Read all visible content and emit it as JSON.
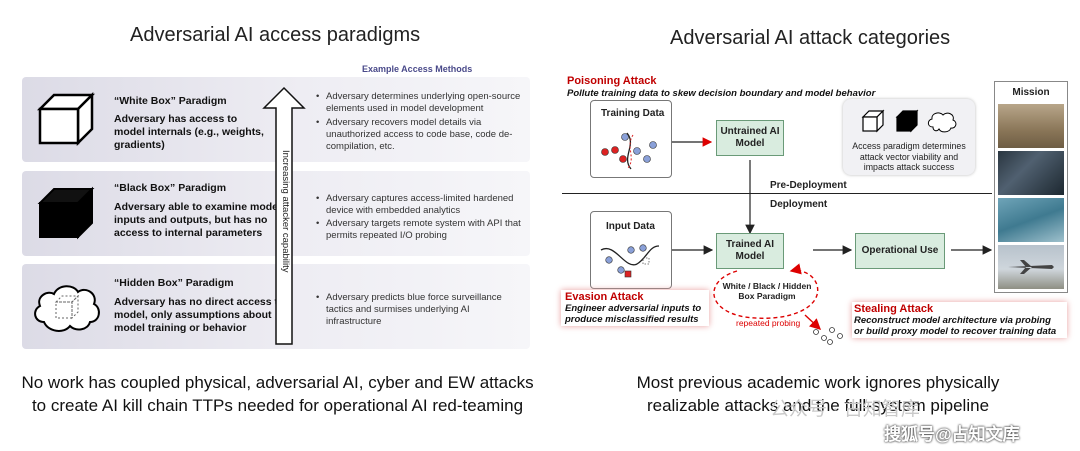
{
  "left": {
    "title": "Adversarial AI access paradigms",
    "methods_header": "Example Access Methods",
    "arrow_label": "Increasing attacker capability",
    "paradigms": [
      {
        "name": "“White Box” Paradigm",
        "desc": "Adversary has access to model internals (e.g., weights, gradients)",
        "methods": [
          "Adversary determines underlying open-source elements used in model development",
          "Adversary recovers model details via unauthorized access to code base, code de-compilation, etc."
        ]
      },
      {
        "name": "“Black Box” Paradigm",
        "desc": "Adversary able to examine model inputs and outputs, but has no access to internal parameters",
        "methods": [
          "Adversary captures access-limited hardened device with embedded analytics",
          "Adversary targets remote system with API that permits repeated I/O probing"
        ]
      },
      {
        "name": "“Hidden Box” Paradigm",
        "desc": "Adversary has no direct access to model, only assumptions about model training or behavior",
        "methods": [
          "Adversary predicts blue force surveillance tactics and surmises underlying AI infrastructure"
        ]
      }
    ],
    "caption_line1": "No work has coupled physical, adversarial AI, cyber and EW attacks",
    "caption_line2": "to create AI kill chain TTPs needed for operational AI red-teaming"
  },
  "right": {
    "title": "Adversarial AI attack categories",
    "poisoning": {
      "title": "Poisoning Attack",
      "sub": "Pollute training data to skew decision boundary and model behavior"
    },
    "training_data": "Training Data",
    "untrained_model": "Untrained AI Model",
    "access_note": "Access paradigm determines attack vector viability and impacts attack success",
    "pre_deployment": "Pre-Deployment",
    "deployment": "Deployment",
    "input_data": "Input Data",
    "trained_model": "Trained AI Model",
    "operational_use": "Operational Use",
    "paradigm_tag": "White / Black / Hidden Box Paradigm",
    "repeated_probing": "repeated probing",
    "evasion": {
      "title": "Evasion Attack",
      "sub1": "Engineer adversarial inputs to",
      "sub2": "produce misclassified results"
    },
    "stealing": {
      "title": "Stealing Attack",
      "sub1": "Reconstruct model architecture via probing",
      "sub2": "or build proxy model to recover training data"
    },
    "mission": "Mission",
    "caption_line1": "Most previous academic work ignores physically",
    "caption_line2": "realizable attacks and the full-system pipeline"
  },
  "watermarks": {
    "wechat": "公众号 · 古知智库",
    "sohu": "搜狐号@占知文库"
  },
  "colors": {
    "attack_red": "#c00000",
    "model_green": "#d9ecdf",
    "card_lavender": "#dcdbe6"
  }
}
